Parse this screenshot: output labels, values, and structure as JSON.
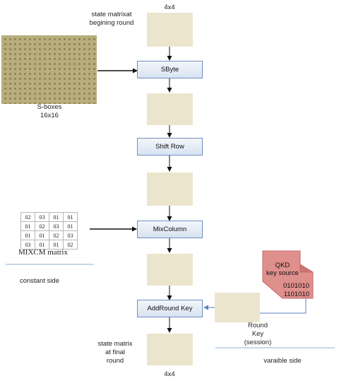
{
  "labels": {
    "top_size": "4x4",
    "state_begin": [
      "state matrixat",
      "begining round"
    ],
    "sboxes": [
      "S-boxes",
      "16x16"
    ],
    "mixcm": "MIXCM matrix",
    "constant_side": "constant  side",
    "state_final": [
      "state matrix",
      "at final",
      "round"
    ],
    "bottom_size": "4x4",
    "round_key": [
      "Round",
      "Key",
      "(session)"
    ],
    "variable_side": "varaible side"
  },
  "steps": {
    "sbyte": "SByte",
    "shift_row": "Shift Row",
    "mix_column": "MixColumn",
    "add_round_key": "AddRound Key"
  },
  "qkd": {
    "title": [
      "QKD",
      "key source"
    ],
    "bits": [
      "0101010",
      "1101010"
    ]
  },
  "mixcm_matrix": [
    [
      "02",
      "03",
      "01",
      "01"
    ],
    [
      "01",
      "02",
      "03",
      "01"
    ],
    [
      "01",
      "01",
      "02",
      "03"
    ],
    [
      "03",
      "01",
      "01",
      "02"
    ]
  ],
  "colors": {
    "state_fill": "#ece5cd",
    "step_border": "#6f8fbf",
    "qkd_fill": "#df8f8c",
    "rule": "#8fb0cf",
    "round_key_arrow": "#6f93c9"
  }
}
